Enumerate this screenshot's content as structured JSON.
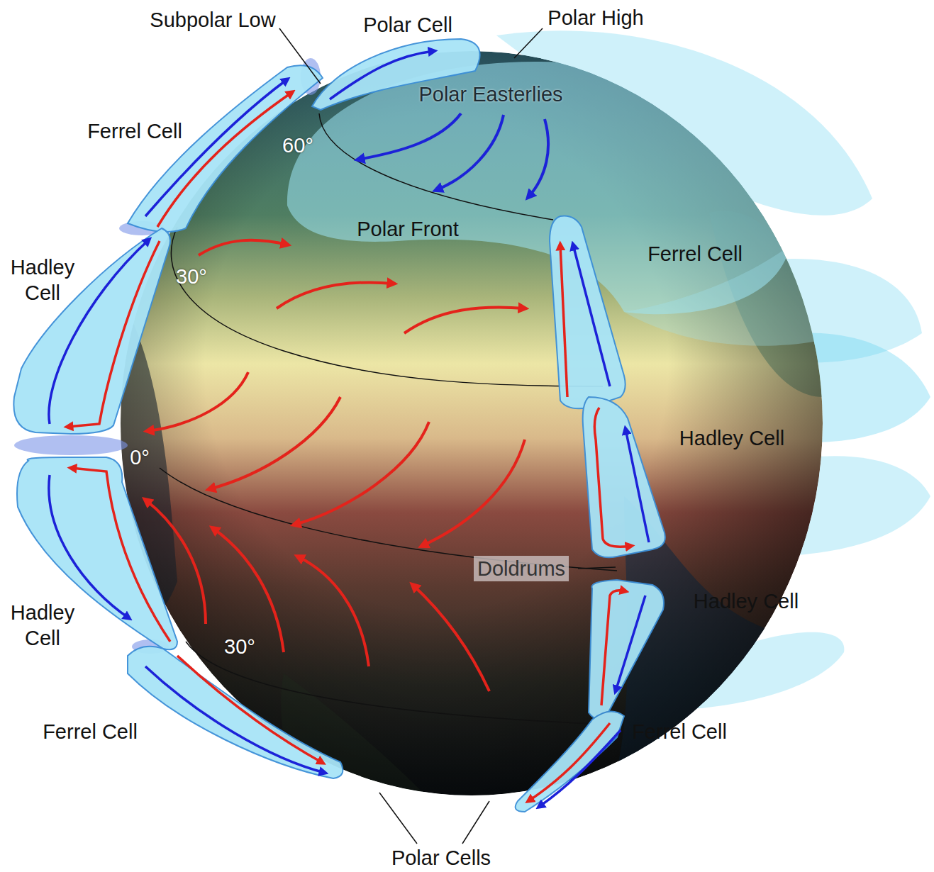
{
  "diagram": {
    "labels": [
      "Subpolar Low",
      "Polar Cell",
      "Polar High",
      "Polar Easterlies",
      "Ferrel Cell",
      "60°",
      "Polar Front",
      "Hadley Cell",
      "30°",
      "Ferrel Cell",
      "Hadley Cell",
      "0°",
      "Doldrums",
      "Hadley Cell",
      "Hadley Cell",
      "30°",
      "Ferrel Cell",
      "Ferrel Cell",
      "Polar Cells"
    ]
  }
}
